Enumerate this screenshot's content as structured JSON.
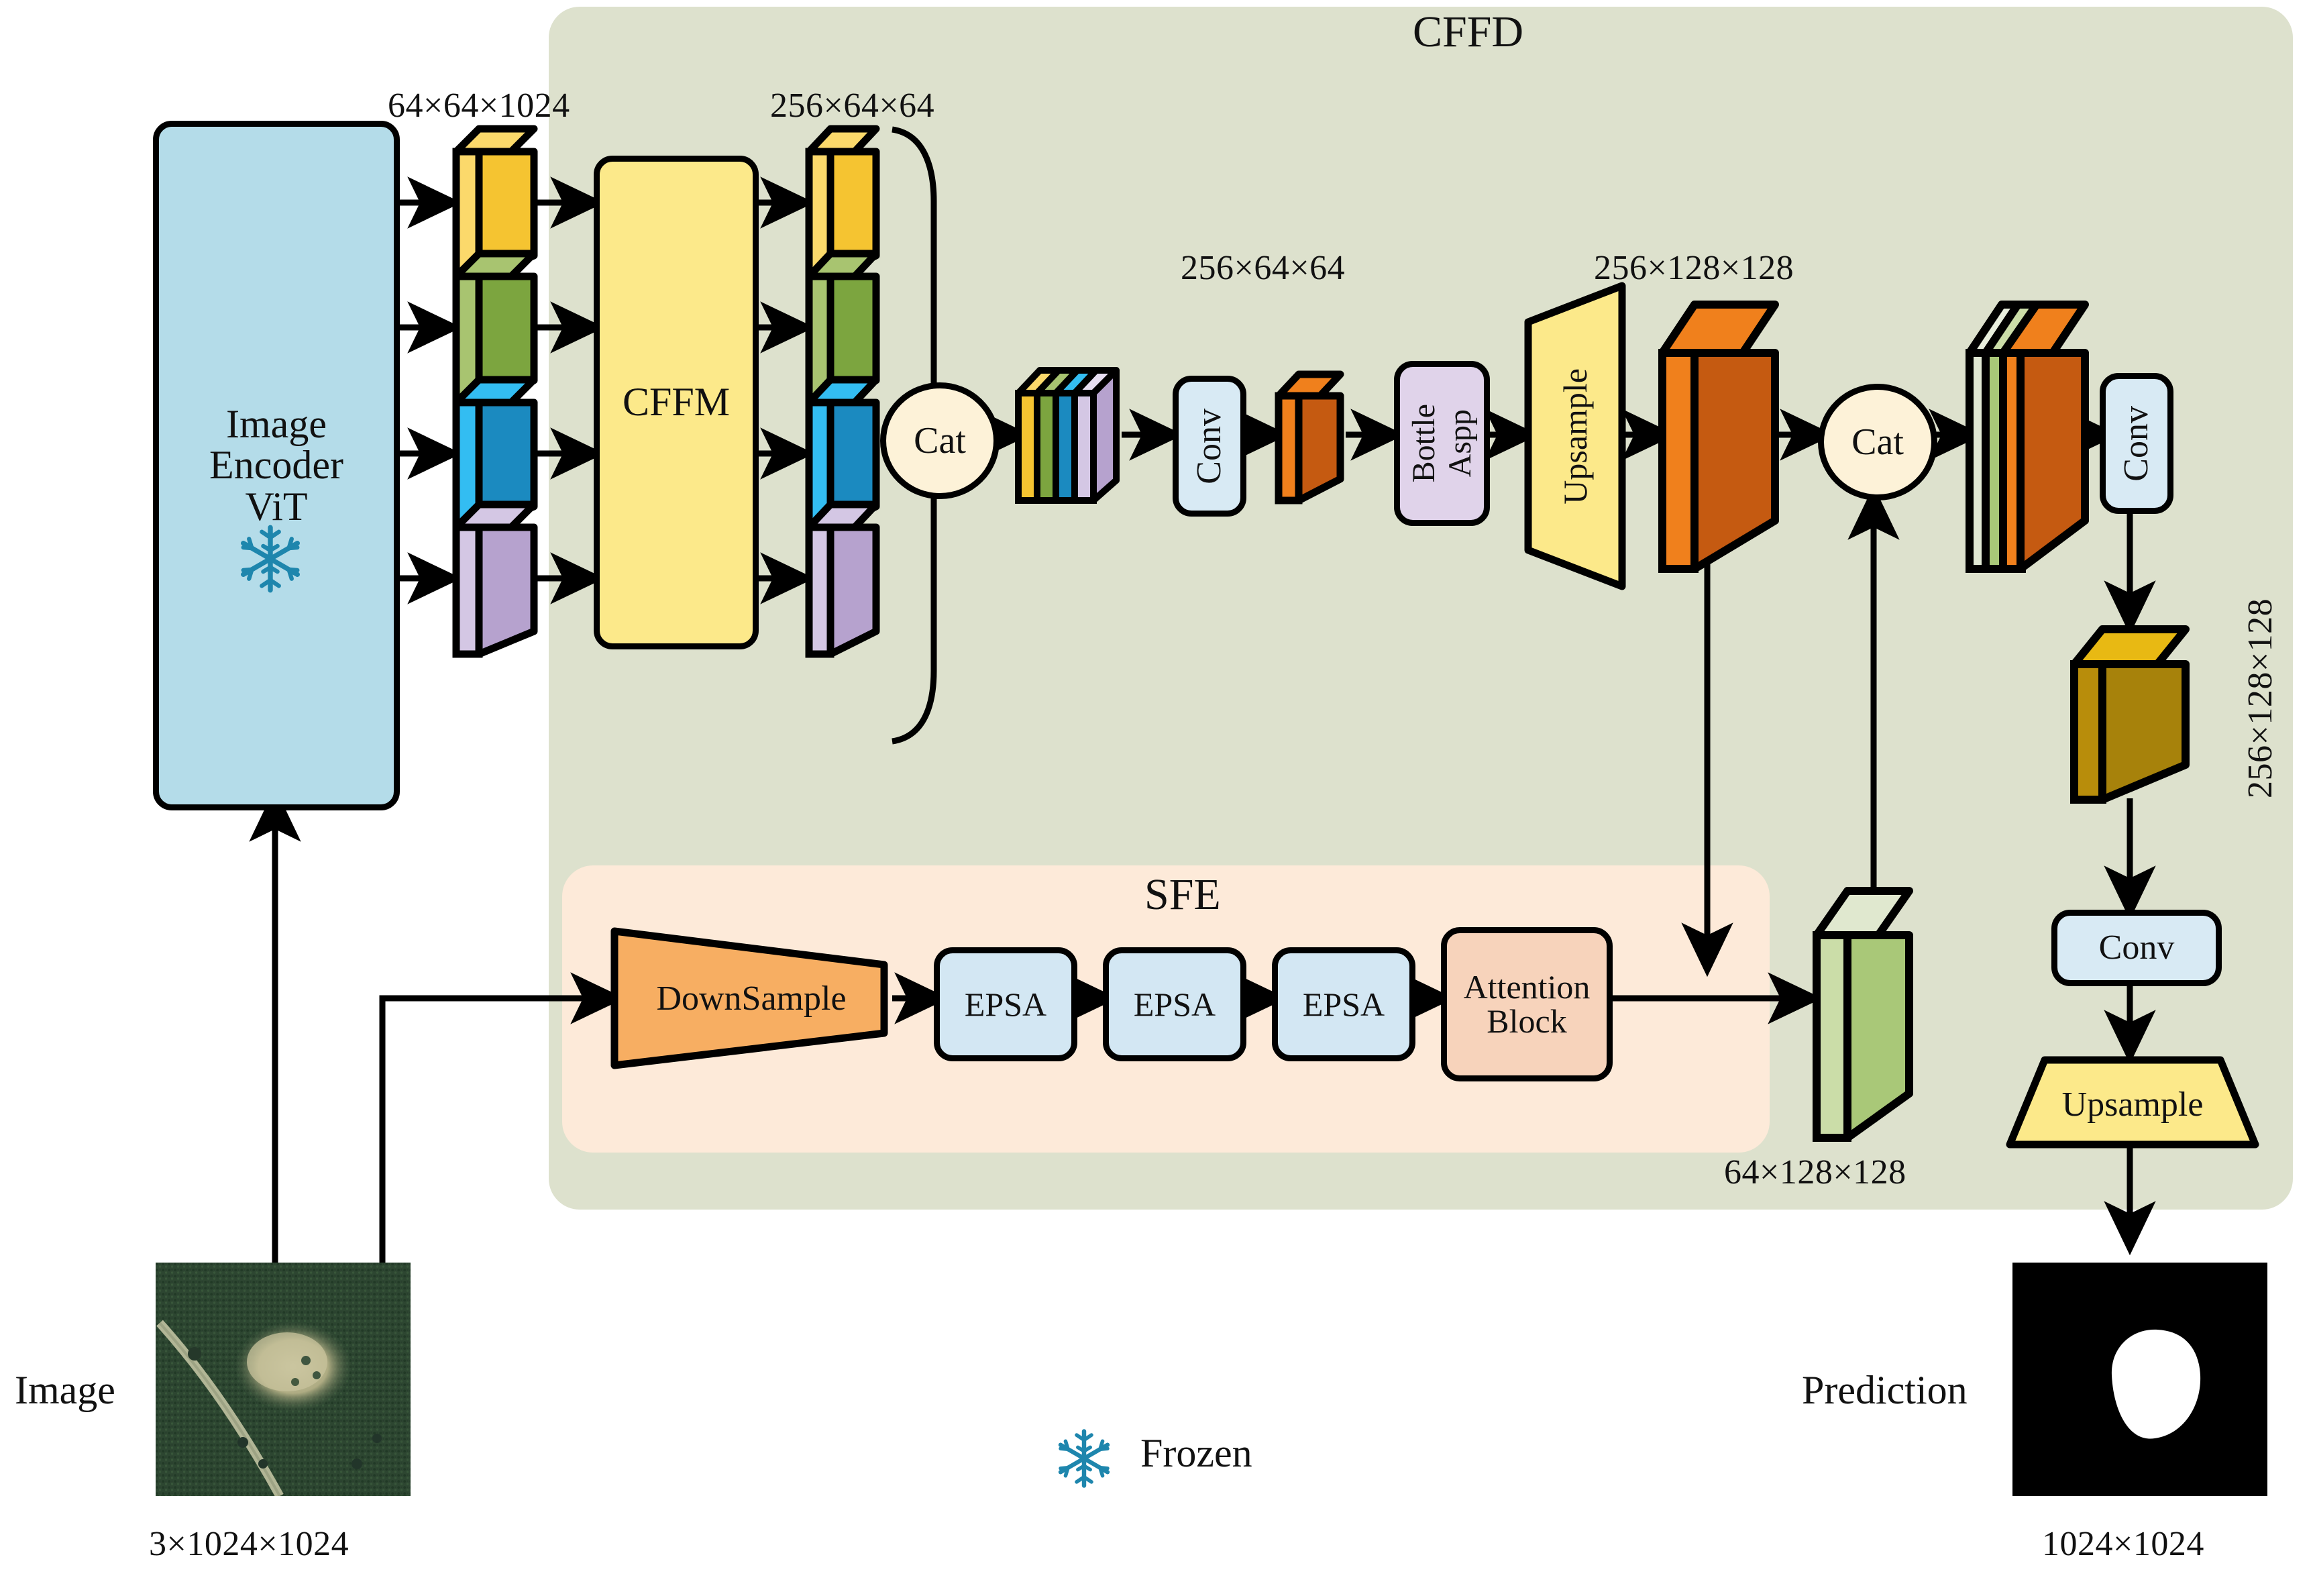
{
  "figure": {
    "type": "neural-network-architecture-diagram",
    "panels": {
      "cffd": {
        "label": "CFFD",
        "color": "#dde1cd"
      },
      "sfe": {
        "label": "SFE",
        "color": "#fdead9"
      }
    },
    "legend": {
      "icon": "snowflake-icon",
      "label": "Frozen",
      "color": "#1e86ad"
    },
    "encoder": {
      "line1": "Image",
      "line2": "Encoder",
      "line3": "ViT",
      "color": "#b4dce9",
      "frozen_icon": "snowflake-icon"
    },
    "input_image": {
      "caption": "Image",
      "dims": "3×1024×1024"
    },
    "output_image": {
      "caption": "Prediction",
      "dims": "1024×1024"
    },
    "blocks": {
      "cffm": "CFFM",
      "cat1": "Cat",
      "cat2": "Cat",
      "conv1": "Conv",
      "bottle_aspp_line1": "Bottle",
      "bottle_aspp_line2": "Aspp",
      "upsample1": "Upsample",
      "conv2": "Conv",
      "conv3": "Conv",
      "upsample2": "Upsample",
      "downsample": "DownSample",
      "epsa1": "EPSA",
      "epsa2": "EPSA",
      "epsa3": "EPSA",
      "attention_line1": "Attention",
      "attention_line2": "Block"
    },
    "dims": {
      "encoder_out": "64×64×1024",
      "cffm_out": "256×64×64",
      "after_concat": "256×64×64",
      "after_upsample": "256×128×128",
      "sfe_out": "64×128×128",
      "conv2_out": "256×128×128"
    },
    "colors": {
      "slab_yellow_face": "#f5c431",
      "slab_yellow_side": "#fbd96b",
      "slab_green_face": "#7ca53f",
      "slab_green_side": "#a8c470",
      "slab_blue_face": "#1b8ac0",
      "slab_blue_side": "#33bdf2",
      "slab_purple_face": "#b6a2ce",
      "slab_purple_side": "#d4c7e4",
      "slab_orange_face": "#c55a11",
      "slab_orange_side": "#f0801c",
      "slab_gold_face": "#a7820b",
      "slab_gold_side": "#e8b913",
      "slab_lgreen_face": "#a9c878",
      "slab_lgreen_side": "#cbdda8",
      "cat_fill": "#fdf2d8",
      "upsample_fill": "#fce98a",
      "downsample_fill": "#f7ae62",
      "conv_fill": "#d8eaf4",
      "aspp_fill": "#e0d3ea",
      "attention_fill": "#f7d3bb"
    }
  }
}
